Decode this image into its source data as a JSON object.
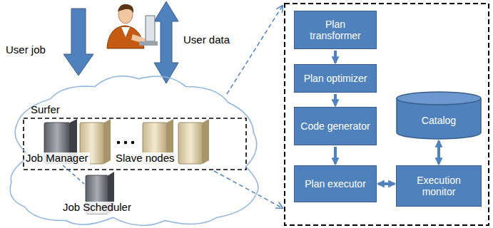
{
  "diagram": {
    "nodes": [
      {
        "text": [
          "Surfer"
        ]
      },
      {
        "text": [
          "Plan transformer"
        ]
      },
      {
        "text": [
          "Plan optimizer"
        ]
      },
      {
        "text": [
          "Code generator"
        ]
      },
      {
        "text": [
          "Plan executor"
        ]
      },
      {
        "text": [
          "Catalog"
        ]
      },
      {
        "text": [
          "Execution monitor"
        ]
      }
    ],
    "edges": [
      {
        "from": 1,
        "to": 2,
        "arrow": "to"
      },
      {
        "from": 2,
        "to": 3,
        "arrow": "to"
      },
      {
        "from": 3,
        "to": 4,
        "arrow": "to"
      },
      {
        "from": 4,
        "to": 6,
        "arrow": "both"
      },
      {
        "from": 5,
        "to": 6,
        "arrow": "both"
      }
    ],
    "labels": [
      "User job",
      "User data",
      "Job Manager",
      "Slave nodes",
      "Job Scheduler"
    ]
  }
}
